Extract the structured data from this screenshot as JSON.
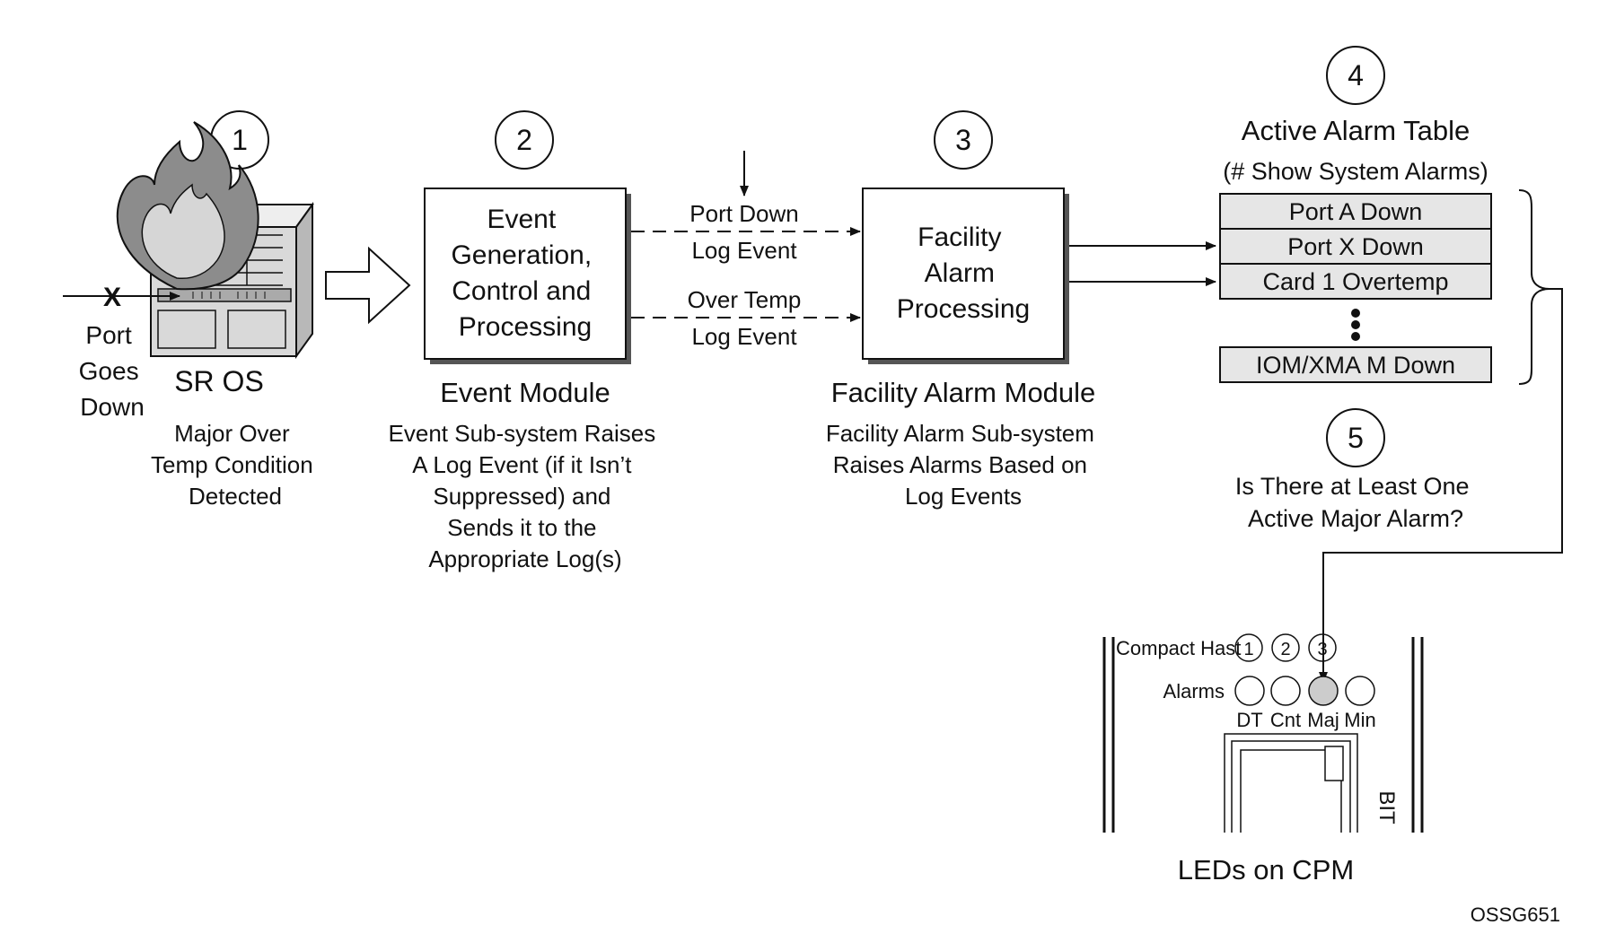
{
  "steps": {
    "s1": "1",
    "s2": "2",
    "s3": "3",
    "s4": "4",
    "s5": "5"
  },
  "sros": {
    "port_x_mark": "X",
    "port_goes_down": [
      "Port",
      "Goes",
      "Down"
    ],
    "label": "SR OS",
    "caption": [
      "Major Over",
      "Temp Condition",
      "Detected"
    ]
  },
  "event_module": {
    "box_lines": [
      "Event",
      "Generation,",
      "Control and",
      "Processing"
    ],
    "title": "Event Module",
    "caption": [
      "Event Sub-system Raises",
      "A Log Event (if it Isn’t",
      "Suppressed) and",
      "Sends it to the",
      "Appropriate Log(s)"
    ]
  },
  "log_events": {
    "port_down": "Port Down",
    "log_event_1": "Log Event",
    "over_temp": "Over Temp",
    "log_event_2": "Log Event"
  },
  "facility_module": {
    "box_lines": [
      "Facility",
      "Alarm",
      "Processing"
    ],
    "title": "Facility Alarm Module",
    "caption": [
      "Facility Alarm Sub-system",
      "Raises Alarms Based on",
      "Log Events"
    ]
  },
  "alarm_table": {
    "title": "Active Alarm Table",
    "subtitle": "(# Show System Alarms)",
    "rows": [
      "Port A Down",
      "Port X Down",
      "Card 1 Overtemp"
    ],
    "last_row": "IOM/XMA M Down"
  },
  "question": [
    "Is There at Least One",
    "Active Major Alarm?"
  ],
  "cpm": {
    "compact_flash": "Compact Hast",
    "cf_slots": [
      "1",
      "2",
      "3"
    ],
    "alarms_label": "Alarms",
    "led_labels": [
      "DT",
      "Cnt",
      "Maj",
      "Min"
    ],
    "bit_label": "BIT",
    "caption": "LEDs on CPM"
  },
  "figure_id": "OSSG651",
  "colors": {
    "line": "#111111",
    "table_fill": "#e6e6e6",
    "chassis_fill": "#d9d9d9",
    "flame_fill": "#8c8c8c",
    "flame_inner": "#d6d6d6",
    "led_active": "#cccccc"
  }
}
